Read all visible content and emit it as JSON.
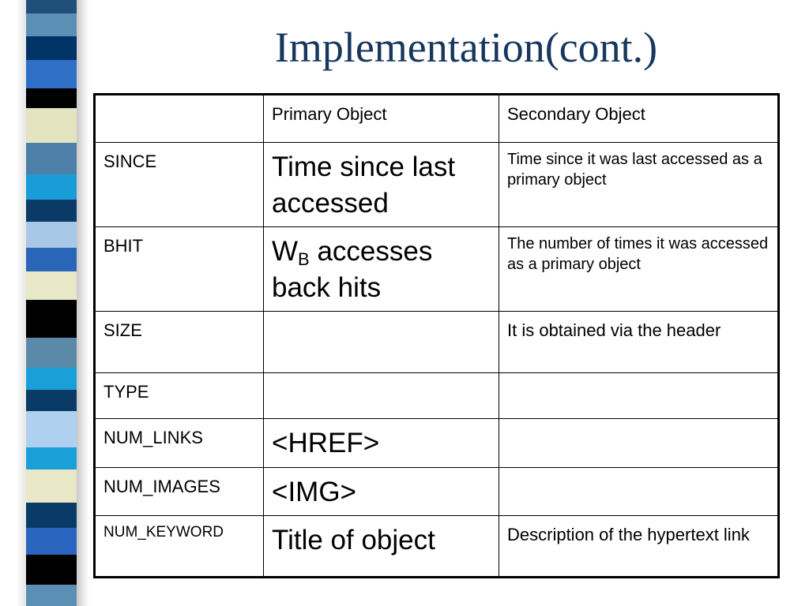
{
  "slide": {
    "title": "Implementation(cont.)",
    "stripe_colors": [
      "#1f4f7a",
      "#5b8fb3",
      "#003366",
      "#2f6fc6",
      "#000000",
      "#e4e4c0",
      "#4d7fa8",
      "#1a9cd8",
      "#0a3a66",
      "#a8c8e8",
      "#2a66b8",
      "#e8e8c8",
      "#000000",
      "#5a8aa8",
      "#1aa0d8",
      "#0a3a66",
      "#b0d0f0",
      "#1aa0d8",
      "#e8e8c8",
      "#0a3a66",
      "#2a66c0",
      "#000000",
      "#5b8fb3"
    ]
  },
  "table": {
    "header": {
      "c1": "",
      "c2": "Primary Object",
      "c3": "Secondary Object"
    },
    "rows": [
      {
        "c1": "SINCE",
        "c2": "Time since last accessed",
        "c3": "Time since it was last accessed as a primary object"
      },
      {
        "c1": "BHIT",
        "c2_main": "W",
        "c2_sub": "B",
        "c2_rest": " accesses back hits",
        "c3": "The number of times it was accessed as a primary object"
      },
      {
        "c1": "SIZE",
        "c2": "",
        "c3": "It is obtained via the header"
      },
      {
        "c1": "TYPE",
        "c2": "",
        "c3": ""
      },
      {
        "c1": "NUM_LINKS",
        "c2": "<HREF>",
        "c3": ""
      },
      {
        "c1": "NUM_IMAGES",
        "c2": "<IMG>",
        "c3": ""
      },
      {
        "c1": "NUM_KEYWORD",
        "c2": "Title of object",
        "c3": "Description of the hypertext link"
      }
    ]
  }
}
